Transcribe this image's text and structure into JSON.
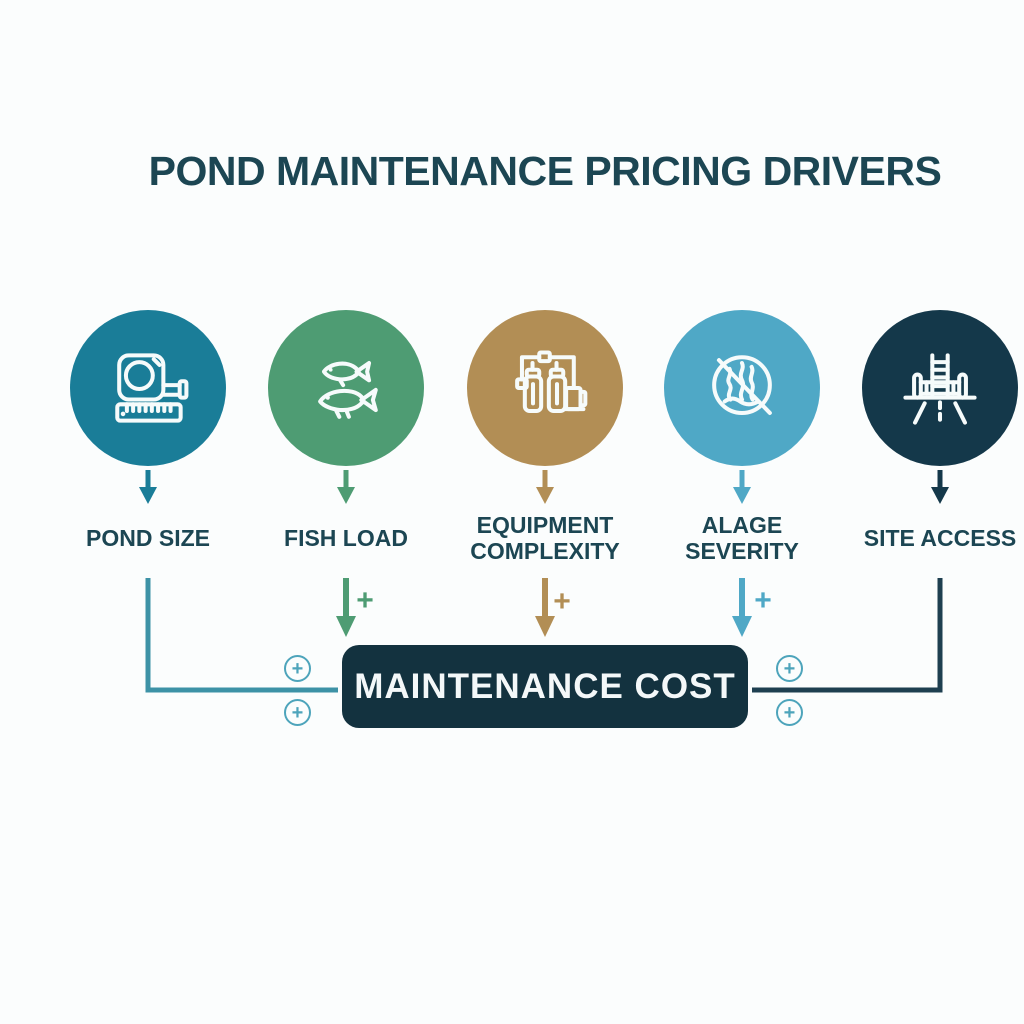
{
  "title": "POND MAINTENANCE PRICING DRIVERS",
  "drivers": [
    {
      "name": "pond-size",
      "label": "POND SIZE",
      "icon": "tape-measure-icon",
      "color": "#1a7d98"
    },
    {
      "name": "fish-load",
      "label": "FISH LOAD",
      "icon": "fish-icon",
      "color": "#4e9c73"
    },
    {
      "name": "equipment-complexity",
      "label": "EQUIPMENT COMPLEXITY",
      "icon": "filtration-equipment-icon",
      "color": "#b28e55"
    },
    {
      "name": "algae-severity",
      "label": "ALAGE SEVERITY",
      "icon": "no-algae-icon",
      "color": "#4fa8c6"
    },
    {
      "name": "site-access",
      "label": "SITE ACCESS",
      "icon": "site-access-icon",
      "color": "#14384a"
    }
  ],
  "result_box": {
    "label": "MAINTENANCE COST",
    "color": "#13323f"
  },
  "symbols": {
    "plus": "+"
  },
  "colors": {
    "background": "#fbfdfd",
    "title_text": "#1c4653",
    "label_text": "#1c4653",
    "box_text": "#f4f8f9",
    "left_connector": "#3d92a6",
    "right_connector": "#1e3f50",
    "circled_plus": "#4da4bb"
  }
}
